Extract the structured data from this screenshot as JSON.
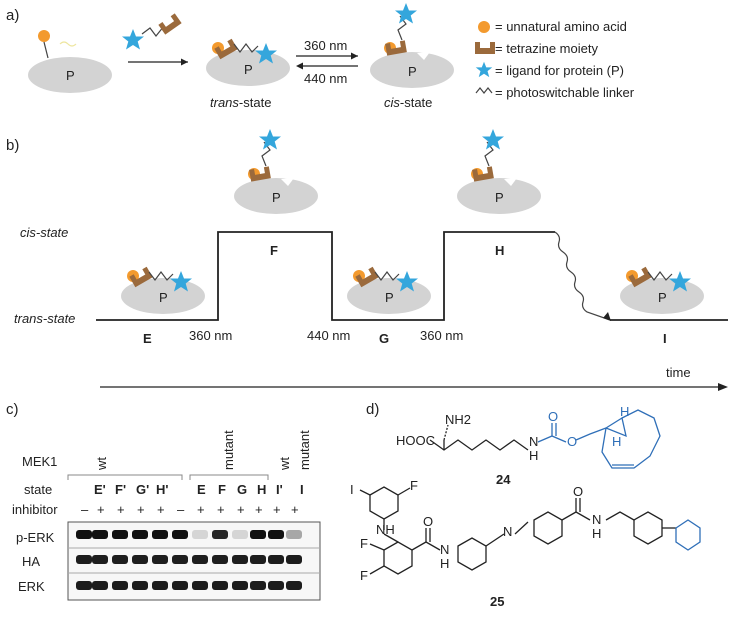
{
  "panel_a": {
    "label": "a)",
    "light_forward": "360 nm",
    "light_back": "440 nm",
    "protein_letter": "P",
    "trans_label_italic": "trans",
    "cis_label_italic": "cis",
    "state_suffix": "-state",
    "legend": [
      {
        "icon": "orange-circle-icon",
        "text": "= unnatural amino acid"
      },
      {
        "icon": "tetrazine-icon",
        "text": "= tetrazine moiety"
      },
      {
        "icon": "star-icon",
        "text": "= ligand for protein (P)"
      },
      {
        "icon": "wavy-line-icon",
        "text": "= photoswitchable linker"
      }
    ]
  },
  "panel_b": {
    "label": "b)",
    "cis_state": "cis-state",
    "trans_state": "trans-state",
    "steps": [
      "E",
      "F",
      "G",
      "H",
      "I"
    ],
    "wavelengths": [
      "360 nm",
      "440 nm",
      "360 nm"
    ],
    "time_label": "time"
  },
  "panel_c": {
    "label": "c)",
    "row_labels": [
      "MEK1",
      "state",
      "inhibitor",
      "p-ERK",
      "HA",
      "ERK"
    ],
    "groups": [
      "wt",
      "mutant",
      "wt",
      "mutant"
    ],
    "states": [
      "E'",
      "F'",
      "G'",
      "H'",
      "E",
      "F",
      "G",
      "H",
      "I'",
      "I"
    ],
    "inhibitor": [
      "–",
      "+",
      "+",
      "+",
      "+",
      "–",
      "+",
      "+",
      "+",
      "+",
      "+",
      "+"
    ]
  },
  "panel_d": {
    "label": "d)",
    "compound_24": "24",
    "compound_25": "25",
    "atoms_24": {
      "nh2": "NH2",
      "hooc": "HOOC",
      "nh": "N",
      "h": "H",
      "o1": "O",
      "o2": "O",
      "h1": "H",
      "h2": "H"
    },
    "atoms_25": {
      "i": "I",
      "f1": "F",
      "nh": "NH",
      "f2": "F",
      "f3": "F",
      "o1": "O",
      "nh2": "N",
      "h": "H",
      "nn": "N",
      "o2": "O",
      "nh3": "N",
      "h3": "H"
    }
  },
  "colors": {
    "orange": "#f39a2e",
    "brown": "#9b6a3c",
    "star": "#34a6dc",
    "grey": "#d3d3d3",
    "blue": "#2f6fb8"
  }
}
